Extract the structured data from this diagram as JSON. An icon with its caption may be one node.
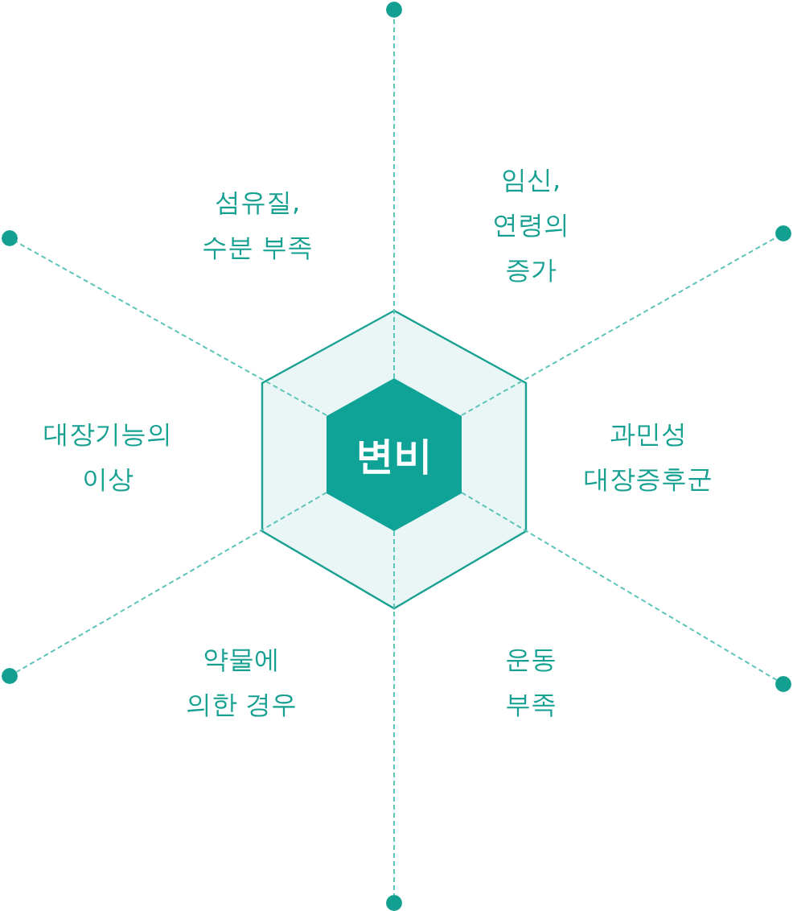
{
  "diagram": {
    "nodes": [
      {
        "text": [
          "변비"
        ]
      },
      {
        "text": [],
        "shape": "circle"
      },
      {
        "text": [],
        "shape": "circle"
      },
      {
        "text": [],
        "shape": "circle"
      },
      {
        "text": [],
        "shape": "circle"
      },
      {
        "text": [],
        "shape": "circle"
      },
      {
        "text": [],
        "shape": "circle"
      }
    ],
    "edges": [
      {
        "from": 0,
        "to": 1,
        "arrow": "none",
        "style": "dashed"
      },
      {
        "from": 0,
        "to": 2,
        "arrow": "none",
        "style": "dashed"
      },
      {
        "from": 0,
        "to": 3,
        "arrow": "none",
        "style": "dashed"
      },
      {
        "from": 0,
        "to": 4,
        "arrow": "none",
        "style": "dashed"
      },
      {
        "from": 0,
        "to": 5,
        "arrow": "none",
        "style": "dashed"
      },
      {
        "from": 0,
        "to": 6,
        "arrow": "none",
        "style": "dashed"
      }
    ],
    "labels": [
      "섬유질, 수분 부족",
      "임신, 연령의 증가",
      "대장기능의 이상",
      "과민성 대장증후군",
      "약물에 의한 경우",
      "운동 부족"
    ]
  }
}
